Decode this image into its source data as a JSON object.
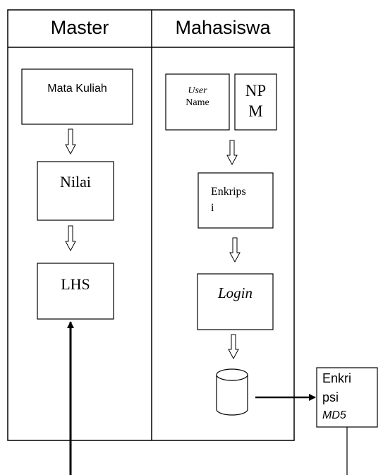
{
  "lanes": {
    "master": "Master",
    "mahasiswa": "Mahasiswa"
  },
  "master_flow": {
    "mata_kuliah": "Mata Kuliah",
    "nilai": "Nilai",
    "lhs": "LHS"
  },
  "mahasiswa_flow": {
    "user_name_line1": "User",
    "user_name_line2": "Name",
    "npm_line1": "NP",
    "npm_line2": "M",
    "enkripsi_line1": "Enkrips",
    "enkripsi_line2": "i",
    "login": "Login"
  },
  "external_box": {
    "line1": "Enkri",
    "line2": "psi",
    "line3": "MD5"
  },
  "colors": {
    "stroke": "#000000",
    "background": "#ffffff"
  }
}
